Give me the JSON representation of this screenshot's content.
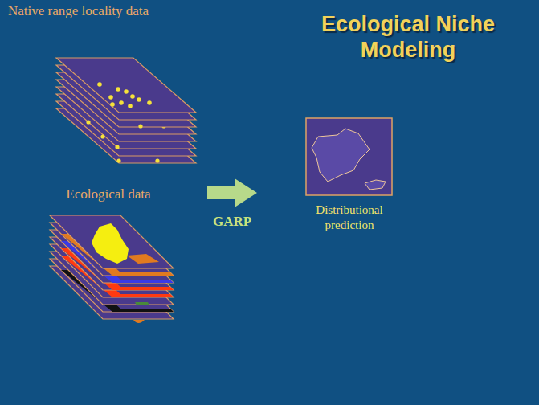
{
  "diagram": {
    "title": "Ecological Niche Modeling",
    "labels": [
      "Native range locality data",
      "Ecological data",
      "GARP",
      "Distributional prediction"
    ]
  }
}
